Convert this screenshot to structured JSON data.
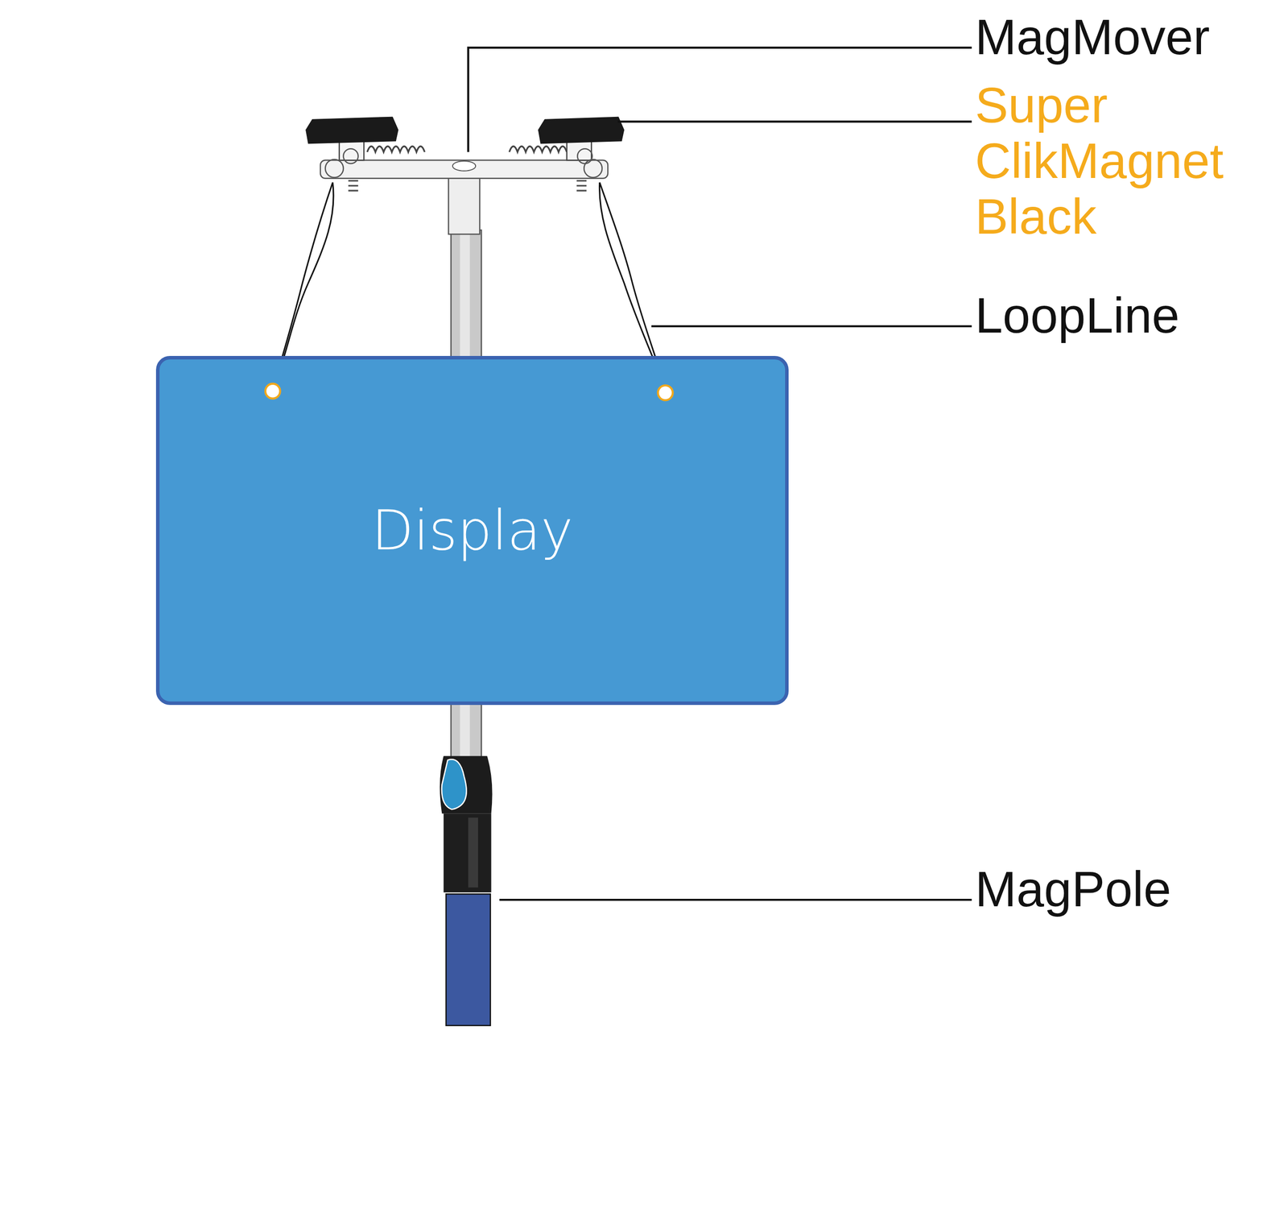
{
  "diagram": {
    "nodes": [
      {
        "text": [
          "Display"
        ]
      }
    ],
    "labels": [
      "MagMover",
      "Super ClikMagnet Black",
      "LoopLine",
      "MagPole"
    ]
  }
}
